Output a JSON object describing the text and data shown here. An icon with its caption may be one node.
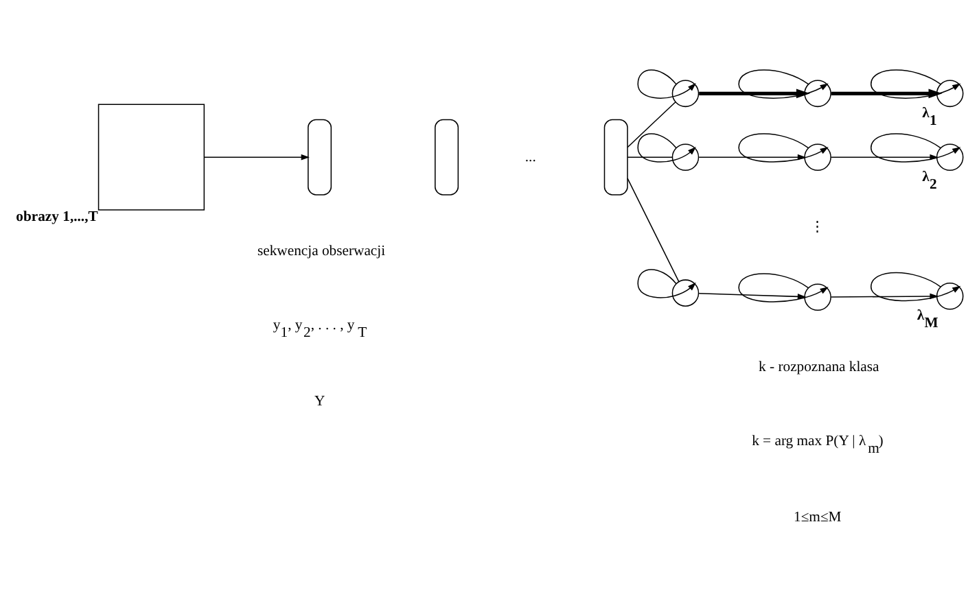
{
  "diagram": {
    "nodes": [
      {
        "text": [],
        "shape": "box",
        "beside": [
          "obrazy 1,...,T"
        ]
      },
      {
        "text": [],
        "shape": "bar"
      },
      {
        "text": [],
        "shape": "bar"
      },
      {
        "text": [],
        "shape": "bar"
      },
      {
        "text": [],
        "shape": "circle"
      },
      {
        "text": [],
        "shape": "circle"
      },
      {
        "text": [],
        "shape": "circle",
        "beside": [
          "λ$_{1}$"
        ]
      },
      {
        "text": [],
        "shape": "circle"
      },
      {
        "text": [],
        "shape": "circle"
      },
      {
        "text": [],
        "shape": "circle",
        "beside": [
          "λ$_{2}$"
        ]
      },
      {
        "text": [],
        "shape": "circle"
      },
      {
        "text": [],
        "shape": "circle"
      },
      {
        "text": [],
        "shape": "circle",
        "beside": [
          "λ$_{M}$"
        ]
      }
    ],
    "edges": [
      {
        "from": 0,
        "to": 1,
        "arrow": "to"
      },
      {
        "from": 3,
        "to": 4,
        "arrow": "none"
      },
      {
        "from": 3,
        "to": 7,
        "arrow": "none"
      },
      {
        "from": 3,
        "to": 10,
        "arrow": "none"
      },
      {
        "from": 4,
        "to": 4,
        "arrow": "to"
      },
      {
        "from": 5,
        "to": 5,
        "arrow": "to"
      },
      {
        "from": 6,
        "to": 6,
        "arrow": "to"
      },
      {
        "from": 7,
        "to": 7,
        "arrow": "to"
      },
      {
        "from": 8,
        "to": 8,
        "arrow": "to"
      },
      {
        "from": 9,
        "to": 9,
        "arrow": "to"
      },
      {
        "from": 10,
        "to": 10,
        "arrow": "to"
      },
      {
        "from": 11,
        "to": 11,
        "arrow": "to"
      },
      {
        "from": 12,
        "to": 12,
        "arrow": "to"
      },
      {
        "from": 4,
        "to": 5,
        "arrow": "to",
        "style": "thick"
      },
      {
        "from": 5,
        "to": 6,
        "arrow": "to",
        "style": "thick"
      },
      {
        "from": 7,
        "to": 8,
        "arrow": "to"
      },
      {
        "from": 8,
        "to": 9,
        "arrow": "to"
      },
      {
        "from": 10,
        "to": 11,
        "arrow": "to"
      },
      {
        "from": 11,
        "to": 12,
        "arrow": "to"
      }
    ],
    "labels": [
      "...",
      "⋮",
      "sekwencja obserwacji",
      "y$_{1}$, y$_{2}$, . . . , y$_{T}$",
      "Y",
      "k - rozpoznana klasa",
      "k = arg max P(Y | λ$_{m}$)",
      "1≤m≤M"
    ]
  }
}
